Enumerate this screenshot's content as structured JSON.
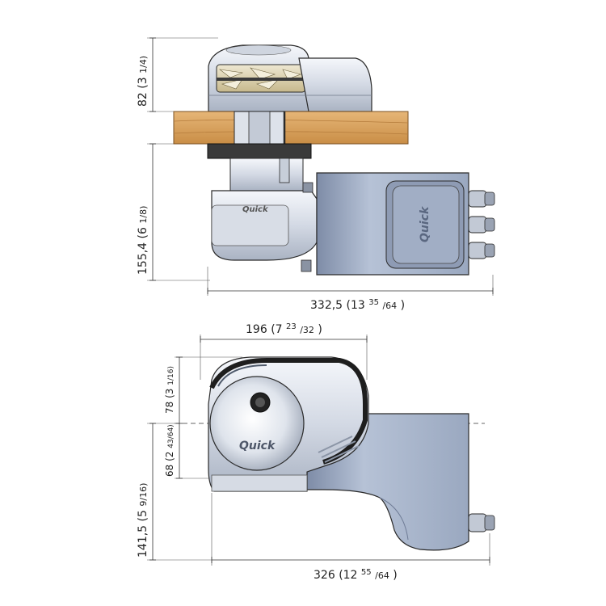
{
  "top_view": {
    "dim_height_upper": {
      "value": "82",
      "paren_open": "(3 ",
      "frac": "1/4"
    },
    "dim_height_lower": {
      "value": "155,4",
      "paren_open": "(6 ",
      "frac": "1/8"
    },
    "dim_width": {
      "value": "332,5",
      "paren_open": "(13 ",
      "frac_num": "35",
      "frac_den": "/64",
      "paren_close": ")"
    },
    "brand_label": "Quick"
  },
  "bottom_view": {
    "dim_width_top": {
      "value": "196",
      "paren_open": "(7 ",
      "frac_num": "23",
      "frac_den": "/32",
      "paren_close": ")"
    },
    "dim_78": {
      "value": "78",
      "paren_open": "(3 ",
      "frac": "1/16"
    },
    "dim_68": {
      "value": "68",
      "paren_open": "(2 ",
      "frac": "43/64"
    },
    "dim_141": {
      "value": "141,5",
      "paren_open": "(5 ",
      "frac": "9/16"
    },
    "dim_width_bottom": {
      "value": "326",
      "paren_open": "(12 ",
      "frac_num": "55",
      "frac_den": "/64",
      "paren_close": ")"
    },
    "brand_label": "Quick"
  },
  "colors": {
    "wood": "#d9a35f",
    "metal_light": "#e4e8f0",
    "motor_blue": "#a9b6cc",
    "motor_dark": "#8391ab",
    "outline": "#2a2a2a"
  }
}
